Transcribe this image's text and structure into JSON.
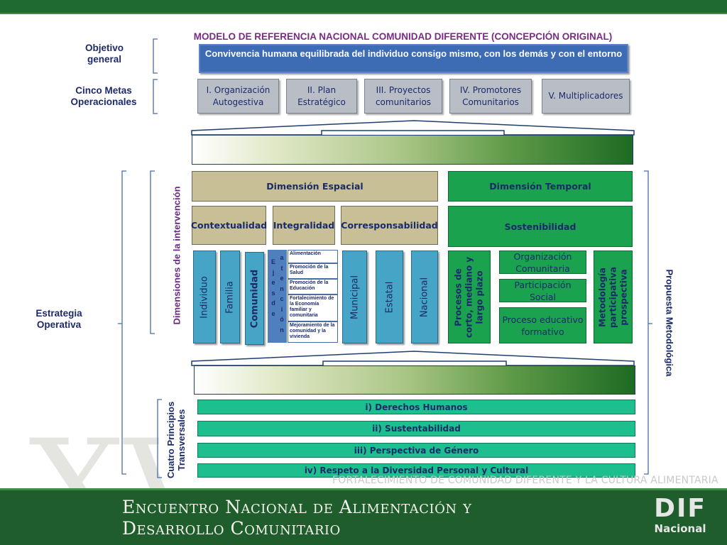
{
  "title": "MODELO DE REFERENCIA NACIONAL COMUNIDAD DIFERENTE (CONCEPCIÓN ORIGINAL)",
  "left_labels": {
    "objetivo": "Objetivo general",
    "metas": "Cinco Metas Operacionales",
    "estrategia": "Estrategia Operativa",
    "dimensiones": "Dimensiones de la intervención",
    "principios_line1": "Cuatro Principios",
    "principios_line2": "Transversales"
  },
  "right_label": "Propuesta Metodológica",
  "objective": "Convivencia humana equilibrada del individuo consigo mismo, con los demás y con el entorno",
  "metas": [
    "I. Organización Autogestiva",
    "II. Plan Estratégico",
    "III. Proyectos comunitarios",
    "IV. Promotores Comunitarios",
    "V. Multiplicadores"
  ],
  "dimension_espacial": "Dimensión Espacial",
  "dimension_temporal": "Dimensión Temporal",
  "contextualidad": "Contextualidad",
  "integralidad": "Integralidad",
  "corresponsabilidad": "Corresponsabilidad",
  "sostenibilidad": "Sostenibilidad",
  "columns": {
    "individuo": "Individuo",
    "familia": "Familia",
    "comunidad": "Comunidad",
    "municipal": "Municipal",
    "estatal": "Estatal",
    "nacional": "Nacional"
  },
  "ejes": {
    "head1": "Ejes de",
    "head2": "atención",
    "items": [
      "Alimentación",
      "Promoción de la Salud",
      "Promoción de la Educación",
      "Fortalecimiento de la Economía familiar y comunitaria",
      "Mejoramiento de la comunidad y la vivienda"
    ]
  },
  "procesos": "Procesos de corto, mediano y largo plazo",
  "temporal_items": [
    "Organización Comunitaria",
    "Participación Social",
    "Proceso educativo formativo"
  ],
  "metodologia": "Metodología participativa prospectiva",
  "principios": [
    "i) Derechos Humanos",
    "ii) Sustentabilidad",
    "iii) Perspectiva de Género",
    "iv) Respeto a la Diversidad Personal y Cultural"
  ],
  "subtitle": "FORTALECIMIENTO DE COMUNIDAD DIFERENTE Y LA CULTURA ALIMENTARIA",
  "footer_line1": "Encuentro Nacional de Alimentación y",
  "footer_line2": "Desarrollo Comunitario",
  "watermark": "XVI",
  "logo_text": "DIF",
  "logo_sub": "Nacional"
}
